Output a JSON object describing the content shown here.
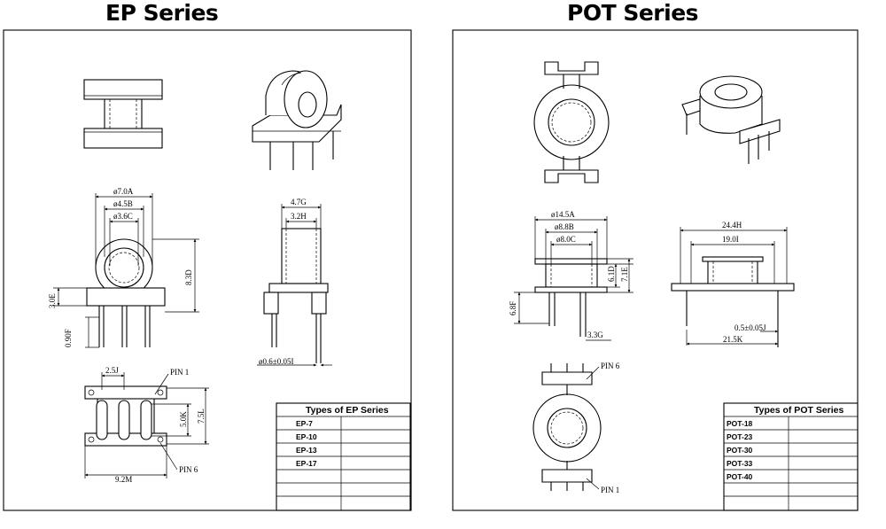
{
  "ep": {
    "title": "EP Series",
    "dims": {
      "a": "ø7.0A",
      "b": "ø4.5B",
      "c": "ø3.6C",
      "d": "8.3D",
      "e": "3.0E",
      "f": "0.90F",
      "g": "4.7G",
      "h": "3.2H",
      "i": "ø0.6±0.05I",
      "j": "2.5J",
      "k": "5.0K",
      "l": "7.5L",
      "m": "9.2M",
      "pin1": "PIN 1",
      "pin6": "PIN 6"
    },
    "table": {
      "header": "Types of EP Series",
      "rows": [
        "EP-7",
        "EP-10",
        "EP-13",
        "EP-17",
        "",
        "",
        ""
      ]
    }
  },
  "pot": {
    "title": "POT Series",
    "dims": {
      "a": "ø14.5A",
      "b": "ø8.8B",
      "c": "ø8.0C",
      "d": "6.1D",
      "e": "7.1E",
      "f": "6.8F",
      "g": "3.3G",
      "h": "24.4H",
      "i": "19.0I",
      "j": "0.5±0.05J",
      "k": "21.5K",
      "pin1": "PIN 1",
      "pin6": "PIN 6"
    },
    "table": {
      "header": "Types of POT Series",
      "rows": [
        "POT-18",
        "POT-23",
        "POT-30",
        "POT-33",
        "POT-40",
        "",
        ""
      ]
    }
  }
}
